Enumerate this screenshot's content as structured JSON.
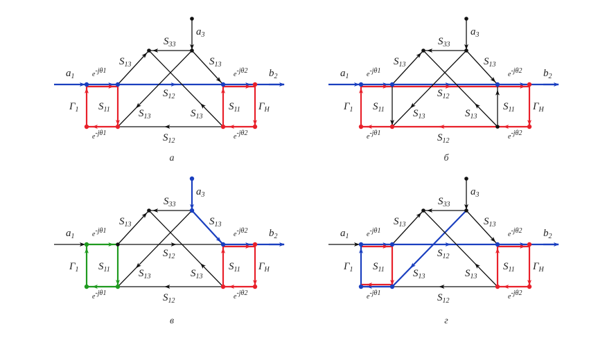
{
  "colors": {
    "black": "#111111",
    "blue": "#1a3fbf",
    "red": "#e8202a",
    "green": "#1f9a1f"
  },
  "labels": {
    "a1": {
      "base": "a",
      "sub": "1"
    },
    "a3": {
      "base": "a",
      "sub": "3"
    },
    "b2": {
      "base": "b",
      "sub": "2"
    },
    "s33": {
      "base": "S",
      "sub": "33"
    },
    "s13": {
      "base": "S",
      "sub": "13"
    },
    "s12": {
      "base": "S",
      "sub": "12"
    },
    "s11": {
      "base": "S",
      "sub": "11"
    },
    "gamma1": {
      "base": "Γ",
      "sub": "1"
    },
    "gammaH": {
      "base": "Γ",
      "sub": "H"
    },
    "ejt1": {
      "base": "e",
      "sup": "-jθ1"
    },
    "ejt2": {
      "base": "e",
      "sup": "-jθ2"
    }
  },
  "diagrams": [
    {
      "id": "a",
      "caption": "а",
      "edge_colors": {
        "a1_in": "blue",
        "top_l": "blue",
        "top_mid": "blue",
        "top_r": "blue",
        "b2_out": "blue",
        "top_l_loop": "red",
        "left_v": "red",
        "mid_l_v": "red",
        "bot_l": "red",
        "top_r_loop": "red",
        "mid_r_v": "red",
        "right_v": "red",
        "bot_r": "red",
        "a3_in": "black",
        "s33": "black",
        "s13_ul": "black",
        "s13_ur": "black",
        "s13_dl": "black",
        "s13_dr": "black",
        "bot_mid": "black"
      },
      "node_colors": {
        "n_a1": "blue",
        "n_ml": "blue",
        "n_mr": "blue",
        "n_r": "red",
        "n_bl": "red",
        "n_bml": "red",
        "n_bmr": "red",
        "n_br": "red",
        "n_a3": "black",
        "n_tl": "black",
        "n_tr": "black"
      },
      "double_top_left": true,
      "double_top_right": true
    },
    {
      "id": "b",
      "caption": "б",
      "edge_colors": {
        "a1_in": "blue",
        "top_l": "blue",
        "top_mid": "blue",
        "top_r": "blue",
        "b2_out": "blue",
        "top_l_loop": "red",
        "top_mid_loop": "red",
        "top_r_loop": "red",
        "left_v": "red",
        "right_v": "red",
        "bot_l": "red",
        "bot_mid": "red",
        "bot_r": "red",
        "mid_l_v": "black",
        "mid_r_v_up": "black",
        "a3_in": "black",
        "s33": "black",
        "s13_ul": "black",
        "s13_ur": "black",
        "s13_dl": "black",
        "s13_dr": "black"
      },
      "node_colors": {
        "n_a1": "blue",
        "n_ml": "blue",
        "n_mr": "blue",
        "n_r": "red",
        "n_bl": "red",
        "n_bml": "red",
        "n_bmr": "black",
        "n_br": "red",
        "n_a3": "black",
        "n_tl": "black",
        "n_tr": "black"
      },
      "variant": "outer-loop"
    },
    {
      "id": "v",
      "caption": "в",
      "edge_colors": {
        "a1_in": "black",
        "top_l": "green",
        "top_mid": "black",
        "top_r": "blue",
        "b2_out": "blue",
        "left_v": "green",
        "mid_l_v": "green",
        "bot_l": "green",
        "top_r_loop": "red",
        "mid_r_v": "red",
        "right_v": "red",
        "bot_r": "red",
        "a3_in": "blue",
        "s33": "black",
        "s13_ul": "black",
        "s13_ur": "blue",
        "s13_dl": "black",
        "s13_dr": "black",
        "bot_mid": "black"
      },
      "node_colors": {
        "n_a1": "green",
        "n_ml": "black",
        "n_mr": "blue",
        "n_r": "red",
        "n_bl": "green",
        "n_bml": "green",
        "n_bmr": "red",
        "n_br": "red",
        "n_a3": "blue",
        "n_tl": "black",
        "n_tr": "blue"
      },
      "double_top_right": true
    },
    {
      "id": "g",
      "caption": "г",
      "edge_colors": {
        "a1_in": "black",
        "top_l": "blue",
        "top_mid": "blue",
        "top_r": "blue",
        "b2_out": "blue",
        "top_l_loop": "red",
        "left_v": "blue",
        "mid_l_v": "red",
        "bot_l": "blue",
        "bot_l_loop": "red",
        "top_r_loop": "red",
        "mid_r_v": "red",
        "right_v": "red",
        "bot_r": "red",
        "a3_in": "black",
        "s33": "black",
        "s13_ul": "black",
        "s13_ur": "black",
        "s13_dl": "blue",
        "s13_dr": "black",
        "bot_mid": "black"
      },
      "node_colors": {
        "n_a1": "blue",
        "n_ml": "blue",
        "n_mr": "blue",
        "n_r": "red",
        "n_bl": "blue",
        "n_bml": "blue",
        "n_bmr": "red",
        "n_br": "red",
        "n_a3": "black",
        "n_tl": "black",
        "n_tr": "black"
      },
      "double_top_left": true,
      "double_top_right": true,
      "double_bot_left": true
    }
  ]
}
